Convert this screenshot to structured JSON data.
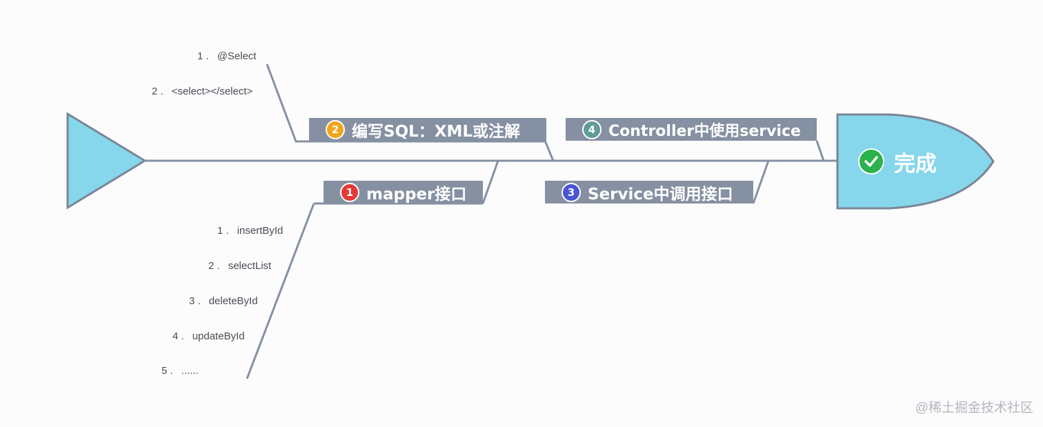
{
  "colors": {
    "spine": "#8590a2",
    "head_fill": "#86d6ec",
    "head_stroke": "#7a8596",
    "label_bg": "#8590a2",
    "badge_1": "#e53935",
    "badge_2": "#f2a51a",
    "badge_3": "#4a54d8",
    "badge_4": "#5f9c96",
    "check": "#2bb24c"
  },
  "steps": [
    {
      "number": "1",
      "label": "mapper接口"
    },
    {
      "number": "2",
      "label": "编写SQL：XML或注解"
    },
    {
      "number": "3",
      "label": "Service中调用接口"
    },
    {
      "number": "4",
      "label": "Controller中使用service"
    }
  ],
  "sql_methods": [
    {
      "index": "1 .",
      "text": "@Select"
    },
    {
      "index": "2 .",
      "text": "<select></select>"
    }
  ],
  "mapper_methods": [
    {
      "index": "1 .",
      "text": "insertById"
    },
    {
      "index": "2 .",
      "text": "selectList"
    },
    {
      "index": "3 .",
      "text": "deleteById"
    },
    {
      "index": "4 .",
      "text": "updateById"
    },
    {
      "index": "5 .",
      "text": "......"
    }
  ],
  "result": {
    "label": "完成",
    "icon": "check-circle-icon"
  },
  "watermark": "@稀土掘金技术社区"
}
